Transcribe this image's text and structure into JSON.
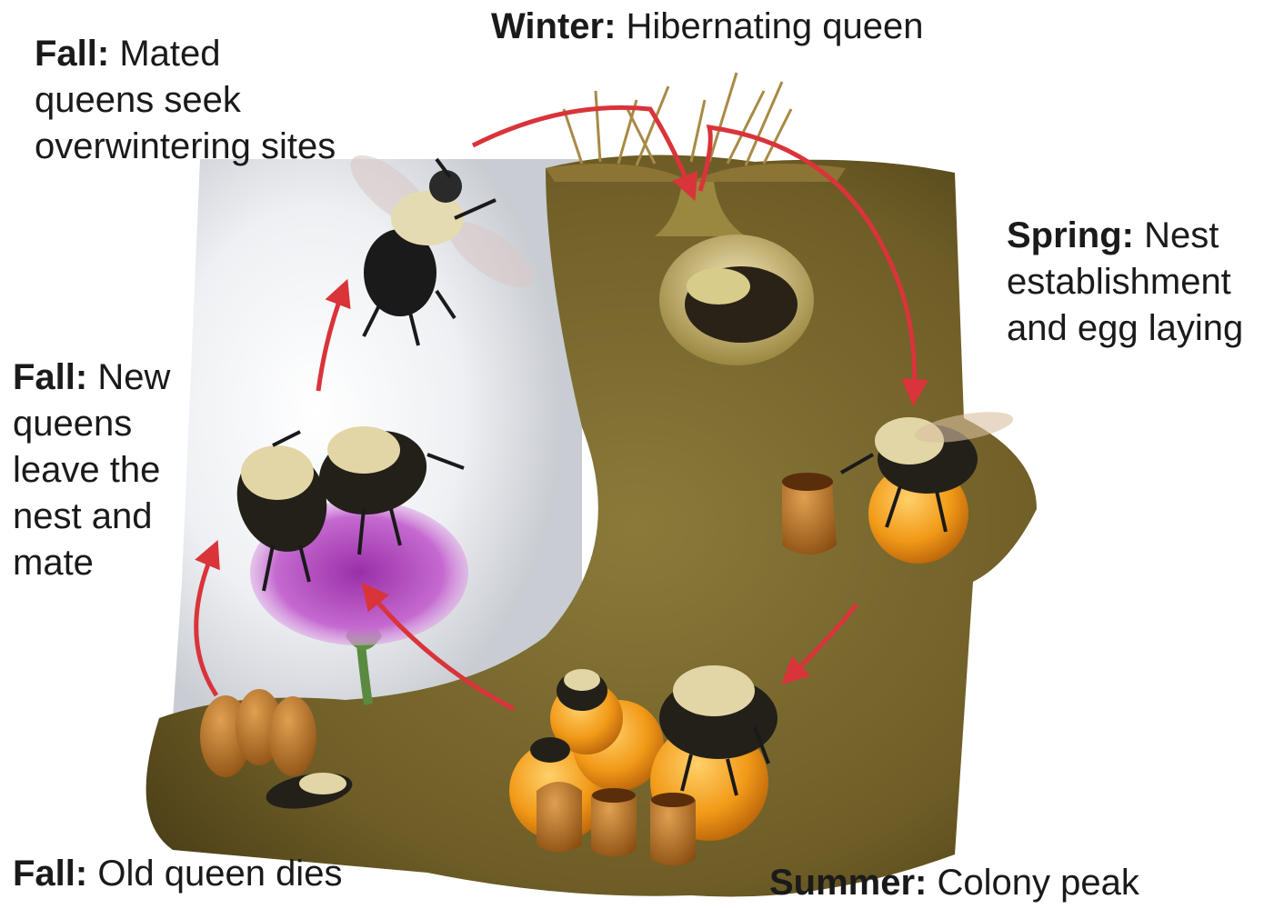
{
  "labels": {
    "winter": {
      "season": "Winter:",
      "text": "Hibernating queen"
    },
    "fall_mated": {
      "season": "Fall:",
      "text": "Mated\nqueens seek\noverwintering sites"
    },
    "spring": {
      "season": "Spring:",
      "text": "Nest\nestablishment\nand egg laying"
    },
    "fall_new": {
      "season": "Fall:",
      "text": "New\nqueens\nleave the\nnest and\nmate"
    },
    "fall_old": {
      "season": "Fall:",
      "text": "Old queen dies"
    },
    "summer": {
      "season": "Summer:",
      "text": "Colony peak"
    }
  },
  "colors": {
    "arrow": "#d9343a",
    "soil": "#6b5a22",
    "sky": "#e6e8ec",
    "thistle": "#b04fc0",
    "honeypot": "#f2a01c"
  }
}
